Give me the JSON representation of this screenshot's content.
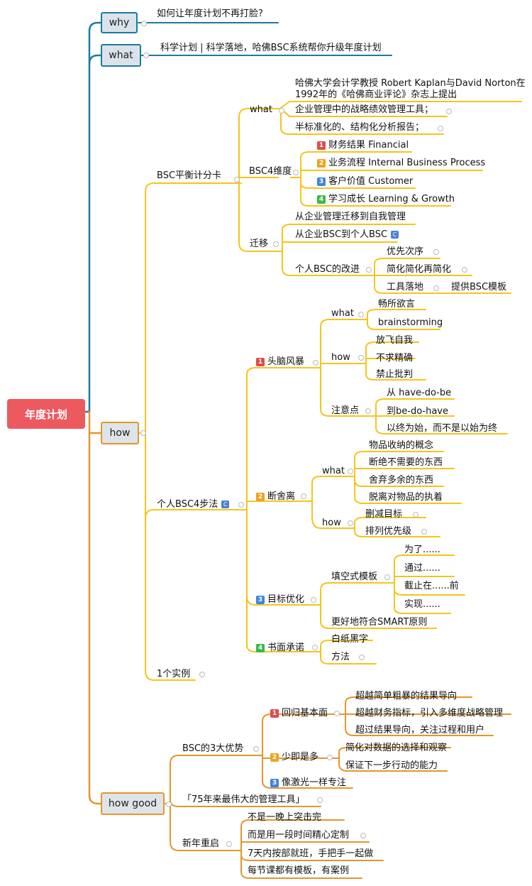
{
  "root": {
    "label": "年度计划"
  },
  "why": {
    "label": "why",
    "child": "如何让年度计划不再打脸?"
  },
  "what": {
    "label": "what",
    "child": "科学计划 | 科学落地，哈佛BSC系统帮你升级年度计划"
  },
  "how": {
    "label": "how",
    "bsc": {
      "label": "BSC平衡计分卡",
      "what": {
        "label": "what",
        "item1_line1": "哈佛大学会计学教授 Robert Kaplan与David Norton在",
        "item1_line2": "1992年的《哈佛商业评论》杂志上提出",
        "item2": "企业管理中的战略绩效管理工具；",
        "item3": "半标准化的、结构化分析报告；"
      },
      "dims": {
        "label": "BSC4维度",
        "items": [
          "财务结果 Financial",
          "业务流程 Internal Business Process",
          "客户价值 Customer",
          "学习成长 Learning & Growth"
        ],
        "badges": [
          "1",
          "2",
          "3",
          "4"
        ]
      },
      "migrate": {
        "label": "迁移",
        "item1": "从企业管理迁移到自我管理",
        "item2": "从企业BSC到个人BSC",
        "improve": {
          "label": "个人BSC的改进",
          "items": [
            "优先次序",
            "简化简化再简化",
            "工具落地"
          ],
          "tool_child": "提供BSC模板"
        }
      }
    },
    "steps": {
      "label": "个人BSC4步法",
      "c_badge": "C",
      "brainstorm": {
        "badge": "1",
        "label": "头脑风暴",
        "what": {
          "label": "what",
          "items": [
            "畅所欲言",
            "brainstorming"
          ]
        },
        "how": {
          "label": "how",
          "items": [
            "放飞自我",
            "不求精确",
            "禁止批判"
          ]
        },
        "note": {
          "label": "注意点",
          "items": [
            "从 have-do-be",
            "到be-do-have",
            "以终为始，而不是以始为终"
          ]
        }
      },
      "declutter": {
        "badge": "2",
        "label": "断舍离",
        "what": {
          "label": "what",
          "items": [
            "物品收纳的概念",
            "断绝不需要的东西",
            "舍弃多余的东西",
            "脱离对物品的执着"
          ]
        },
        "how": {
          "label": "how",
          "items": [
            "删减目标",
            "排列优先级"
          ]
        }
      },
      "optimize": {
        "badge": "3",
        "label": "目标优化",
        "template": {
          "label": "填空式模板",
          "items": [
            "为了......",
            "通过......",
            "截止在......前",
            "实现......"
          ]
        },
        "smart": "更好地符合SMART原则"
      },
      "commit": {
        "badge": "4",
        "label": "书面承诺",
        "items": [
          "白纸黑字",
          "方法"
        ]
      }
    },
    "example": "1个实例"
  },
  "howgood": {
    "label": "how good",
    "adv": {
      "label": "BSC的3大优势",
      "back": {
        "badge": "1",
        "label": "回归基本面",
        "items": [
          "超越简单粗暴的结果导向",
          "超越财务指标，引入多维度战略管理",
          "超过结果导向，关注过程和用户"
        ]
      },
      "less": {
        "badge": "2",
        "label": "少即是多",
        "items": [
          "简化对数据的选择和观察",
          "保证下一步行动的能力"
        ]
      },
      "laser": {
        "badge": "3",
        "label": "像激光一样专注"
      }
    },
    "quote": "「75年来最伟大的管理工具」",
    "restart": {
      "label": "新年重启",
      "items": [
        "不是一晚上突击完",
        "而是用一段时间精心定制",
        "7天内按部就班，手把手一起做",
        "每节课都有模板，有案例"
      ]
    }
  }
}
